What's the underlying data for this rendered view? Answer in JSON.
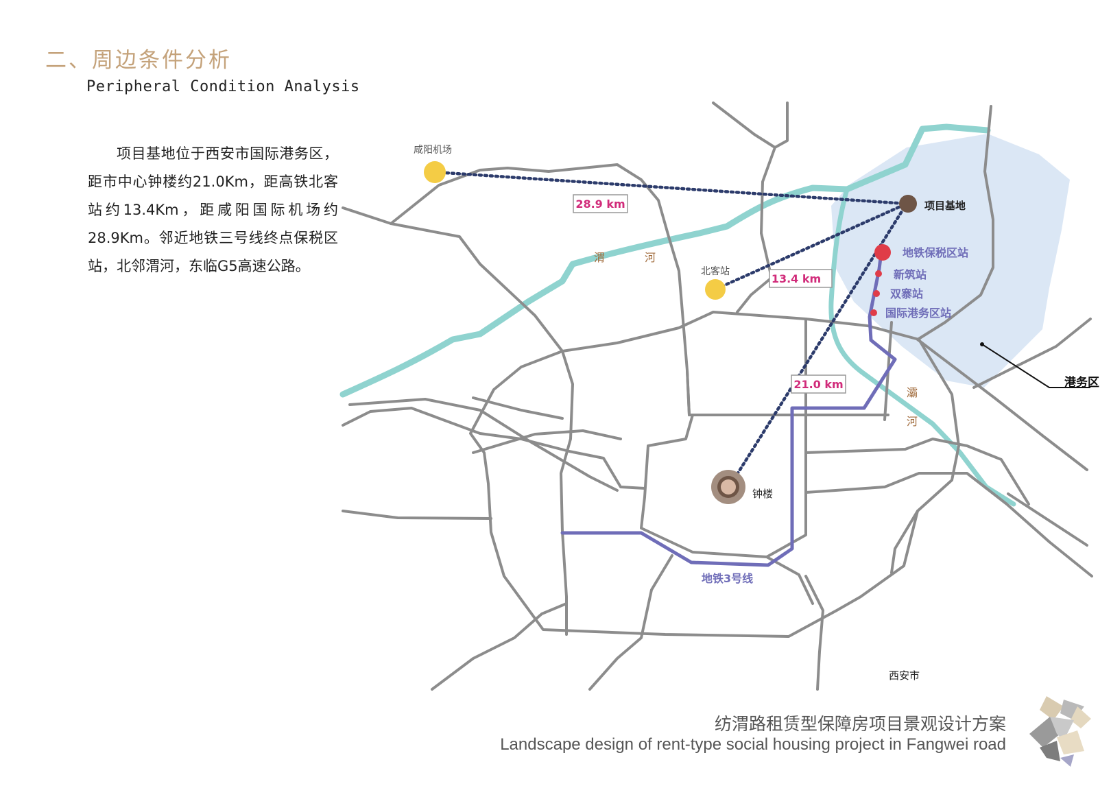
{
  "header": {
    "title_cn": "二、周边条件分析",
    "title_en": "Peripheral Condition Analysis"
  },
  "intro_text": "项目基地位于西安市国际港务区，距市中心钟楼约21.0Km，距高铁北客站约13.4Km，距咸阳国际机场约28.9Km。邻近地铁三号线终点保税区站，北邻渭河，东临G5高速公路。",
  "map": {
    "places": {
      "airport": "咸阳机场",
      "north_station": "北客站",
      "project_site": "项目基地",
      "bell_tower": "钟楼",
      "city": "西安市",
      "port_district": "港务区"
    },
    "rivers": {
      "wei_1": "渭",
      "wei_2": "河",
      "ba_1": "灞",
      "ba_2": "河"
    },
    "distances": {
      "to_airport": "28.9 km",
      "to_north_station": "13.4 km",
      "to_bell_tower": "21.0 km"
    },
    "metro": {
      "line_name": "地铁3号线",
      "stations": [
        "地铁保税区站",
        "新筑站",
        "双寨站",
        "国际港务区站"
      ]
    },
    "colors": {
      "road": "#8c8c8c",
      "river": "#8fd3cf",
      "port_area": "#dbe7f5",
      "metro_line": "#6f6db8",
      "metro_station": "#e03c48",
      "metro_label": "#6f6db8",
      "distance_label": "#d12b7a",
      "dotted_line": "#2c3b6b",
      "poi_marker": "#f4cc45",
      "project_marker": "#6e5546",
      "river_label": "#a06a3a",
      "title_accent": "#c4a27a"
    }
  },
  "footer": {
    "title_cn": "纺渭路租赁型保障房项目景观设计方案",
    "title_en": "Landscape design of rent-type social housing project in Fangwei road"
  }
}
